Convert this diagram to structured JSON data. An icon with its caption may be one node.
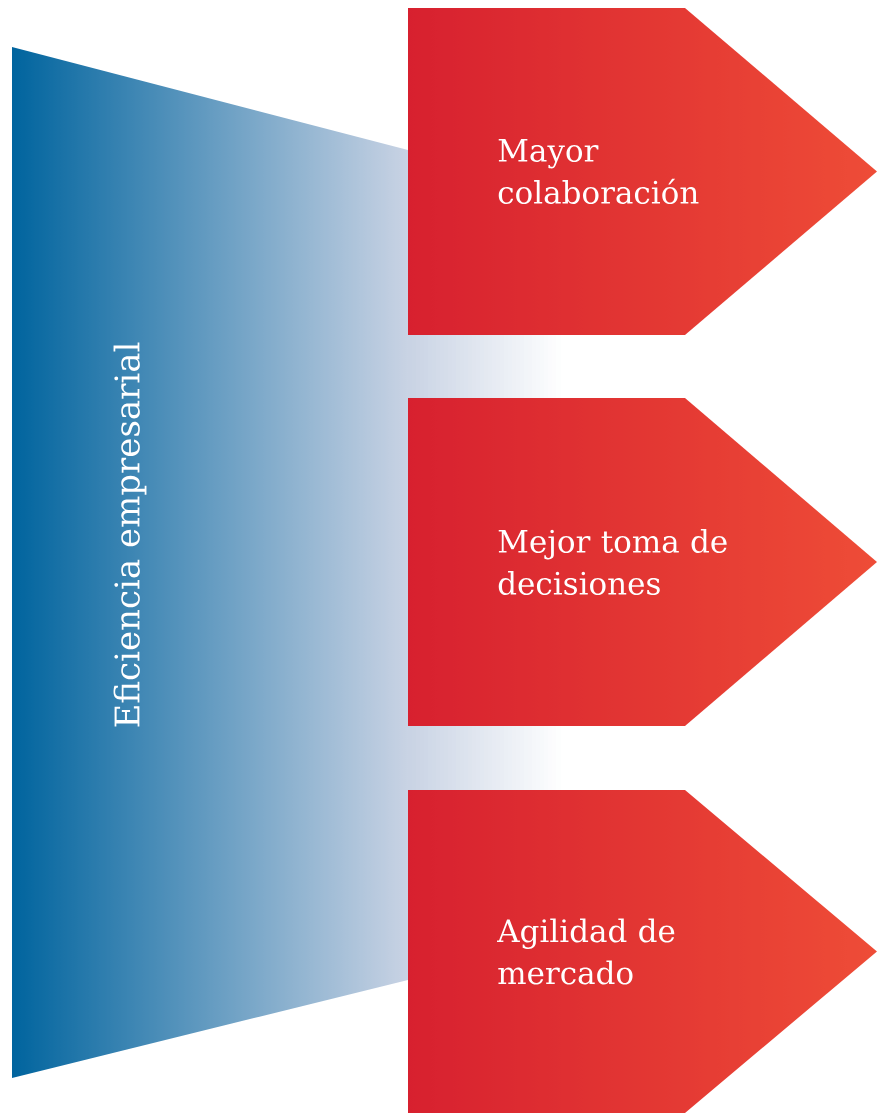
{
  "diagram": {
    "nodes": [
      {
        "text": [
          "Eficiencia empresarial"
        ]
      },
      {
        "text": [
          "Mayor colaboración"
        ]
      },
      {
        "text": [
          "Mejor toma de decisiones"
        ]
      },
      {
        "text": [
          "Agilidad de mercado"
        ]
      }
    ]
  }
}
